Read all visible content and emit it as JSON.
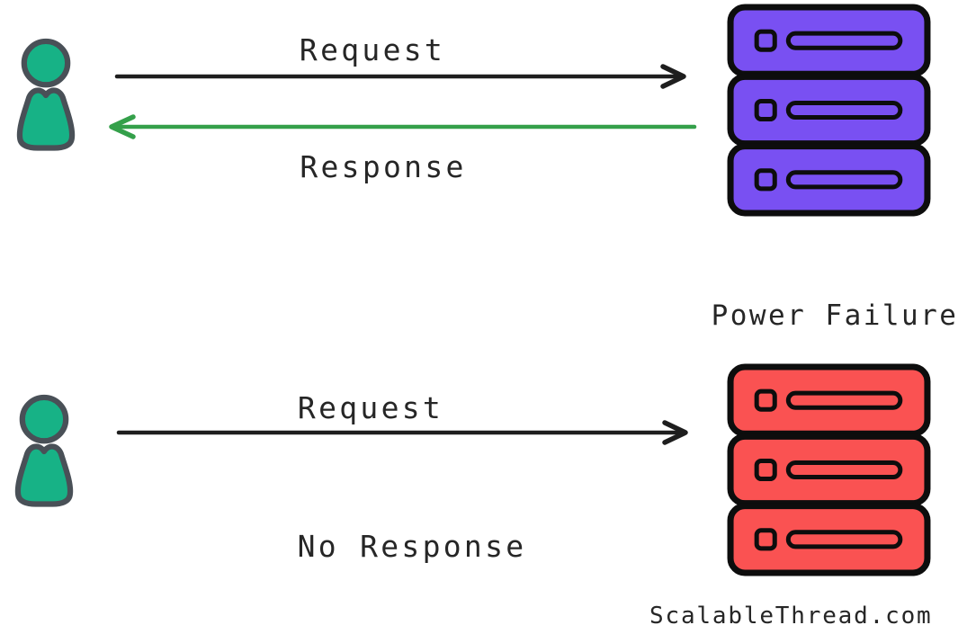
{
  "colors": {
    "canvas_bg": "#ffffff",
    "text": "#262626",
    "arrow_black": "#1e1e1e",
    "arrow_green": "#34a04a",
    "person_fill": "#17b286",
    "person_stroke": "#495057",
    "server_ok_fill": "#7950f2",
    "server_fail_fill": "#fa5252",
    "server_stroke": "#0d0d0d"
  },
  "scenario_normal": {
    "request_label": "Request",
    "response_label": "Response"
  },
  "scenario_failure": {
    "title": "Power Failure",
    "request_label": "Request",
    "no_response_label": "No Response"
  },
  "watermark": "ScalableThread.com"
}
